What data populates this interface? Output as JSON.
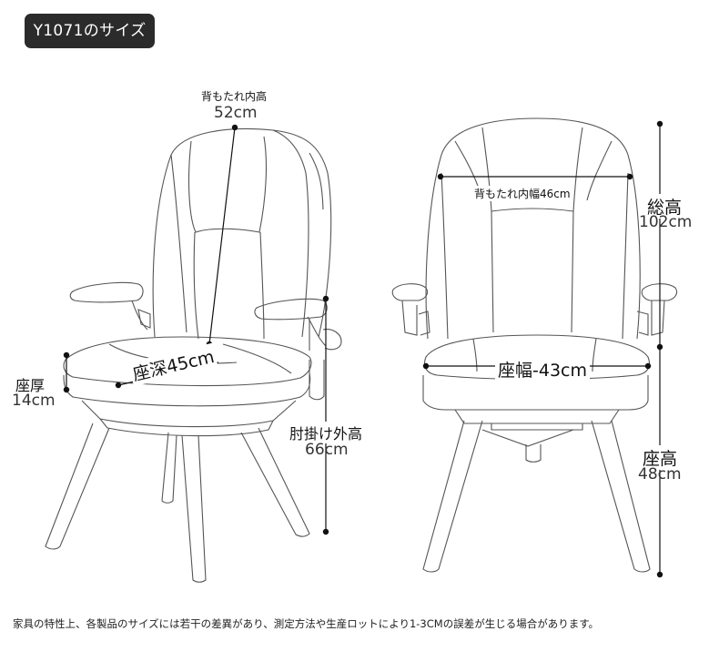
{
  "header": {
    "title": "Y1071のサイズ"
  },
  "dimensions": {
    "backrest_inner_height": {
      "label": "背もたれ内高",
      "value": "52cm"
    },
    "seat_depth": {
      "label": "座深45cm"
    },
    "seat_thickness": {
      "label": "座厚",
      "value": "14cm"
    },
    "armrest_outer_height": {
      "label": "肘掛け外高",
      "value": "66cm"
    },
    "backrest_inner_width": {
      "label": "背もたれ内幅46cm"
    },
    "total_height": {
      "label": "総高",
      "value": "102cm"
    },
    "seat_width": {
      "label": "座幅-43cm"
    },
    "seat_height": {
      "label": "座高",
      "value": "48cm"
    }
  },
  "footnote": "家具の特性上、各製品のサイズには若干の差異があり、測定方法や生産ロットにより1-3CMの誤差が生じる場合があります。"
}
